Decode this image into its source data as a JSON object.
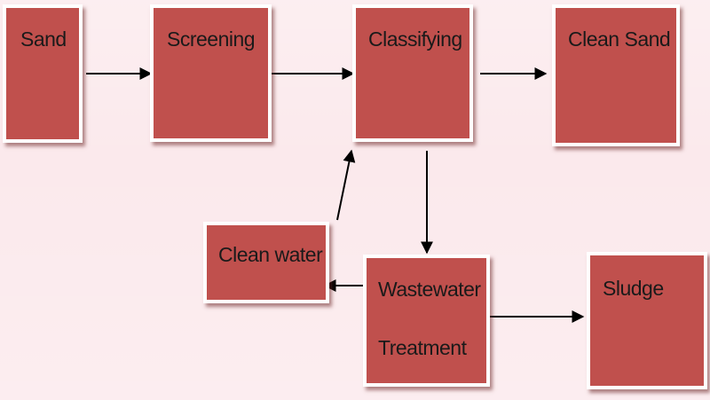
{
  "diagram": {
    "nodes": {
      "sand": "Sand",
      "screening": "Screening",
      "classifying": "Classifying",
      "clean_sand": "Clean Sand",
      "clean_water": "Clean water",
      "wastewater_line1": "Wastewater",
      "wastewater_line2": "Treatment",
      "sludge": "Sludge"
    },
    "edges": [
      {
        "from": "sand",
        "to": "screening"
      },
      {
        "from": "screening",
        "to": "classifying"
      },
      {
        "from": "classifying",
        "to": "clean_sand"
      },
      {
        "from": "classifying",
        "to": "wastewater_treatment"
      },
      {
        "from": "wastewater_treatment",
        "to": "clean_water"
      },
      {
        "from": "clean_water",
        "to": "classifying"
      },
      {
        "from": "wastewater_treatment",
        "to": "sludge"
      }
    ],
    "colors": {
      "box_fill": "#c0504d",
      "box_border": "#ffffff",
      "background": "#fbe9ec",
      "arrow": "#000000"
    }
  }
}
